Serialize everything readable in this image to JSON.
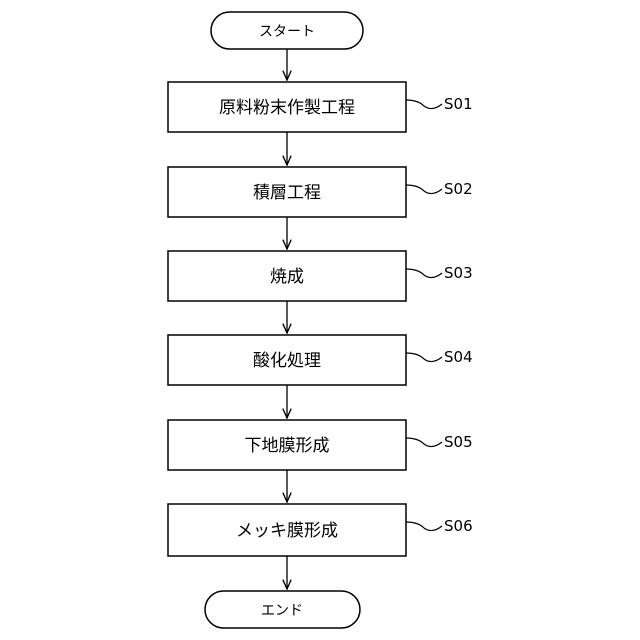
{
  "flowchart": {
    "start": "スタート",
    "end": "エンド",
    "steps": [
      {
        "text": "原料粉末作製工程",
        "label": "S01"
      },
      {
        "text": "積層工程",
        "label": "S02"
      },
      {
        "text": "焼成",
        "label": "S03"
      },
      {
        "text": "酸化処理",
        "label": "S04"
      },
      {
        "text": "下地膜形成",
        "label": "S05"
      },
      {
        "text": "メッキ膜形成",
        "label": "S06"
      }
    ]
  }
}
